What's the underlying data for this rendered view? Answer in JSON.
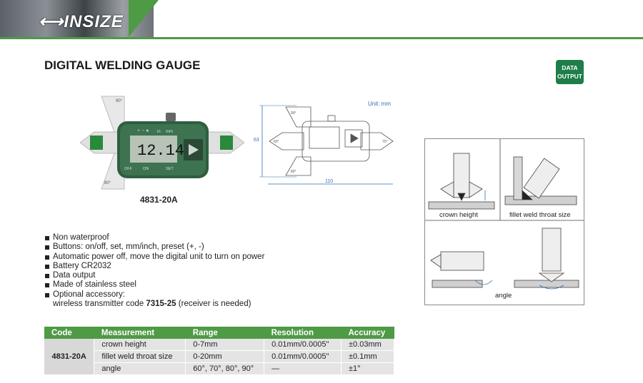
{
  "header": {
    "brand": "INSIZE",
    "accent": "#4e9a45"
  },
  "page": {
    "title": "DIGITAL WELDING GAUGE",
    "badge_line1": "DATA",
    "badge_line2": "OUTPUT"
  },
  "product": {
    "model": "4831-20A",
    "display_value": "12.14",
    "angle_top": "90°",
    "angle_bottom": "80°",
    "btn_off": "OFF",
    "btn_on": "ON",
    "btn_set": "SET",
    "btn_in": "in",
    "btn_mm": "mm"
  },
  "drawing": {
    "unit": "Unit: mm",
    "height": "63",
    "width": "110",
    "a90": "90°",
    "a60": "60°",
    "a80": "80°",
    "a70": "70°"
  },
  "features": [
    "Non waterproof",
    "Buttons: on/off, set, mm/inch, preset (+, -)",
    "Automatic power off, move the digital unit to turn on power",
    "Battery CR2032",
    "Data output",
    "Made of stainless steel",
    "Optional accessory:"
  ],
  "accessory": {
    "prefix": "wireless transmitter code ",
    "code": "7315-25",
    "suffix": " (receiver is needed)"
  },
  "applications": {
    "crown": "crown height",
    "fillet": "fillet weld throat size",
    "angle": "angle"
  },
  "table": {
    "headers": [
      "Code",
      "Measurement",
      "Range",
      "Resolution",
      "Accuracy"
    ],
    "code": "4831-20A",
    "rows": [
      [
        "crown height",
        "0-7mm",
        "0.01mm/0.0005\"",
        "±0.03mm"
      ],
      [
        "fillet weld throat size",
        "0-20mm",
        "0.01mm/0.0005\"",
        "±0.1mm"
      ],
      [
        "angle",
        "60°, 70°, 80°, 90°",
        "—",
        "±1°"
      ]
    ]
  }
}
